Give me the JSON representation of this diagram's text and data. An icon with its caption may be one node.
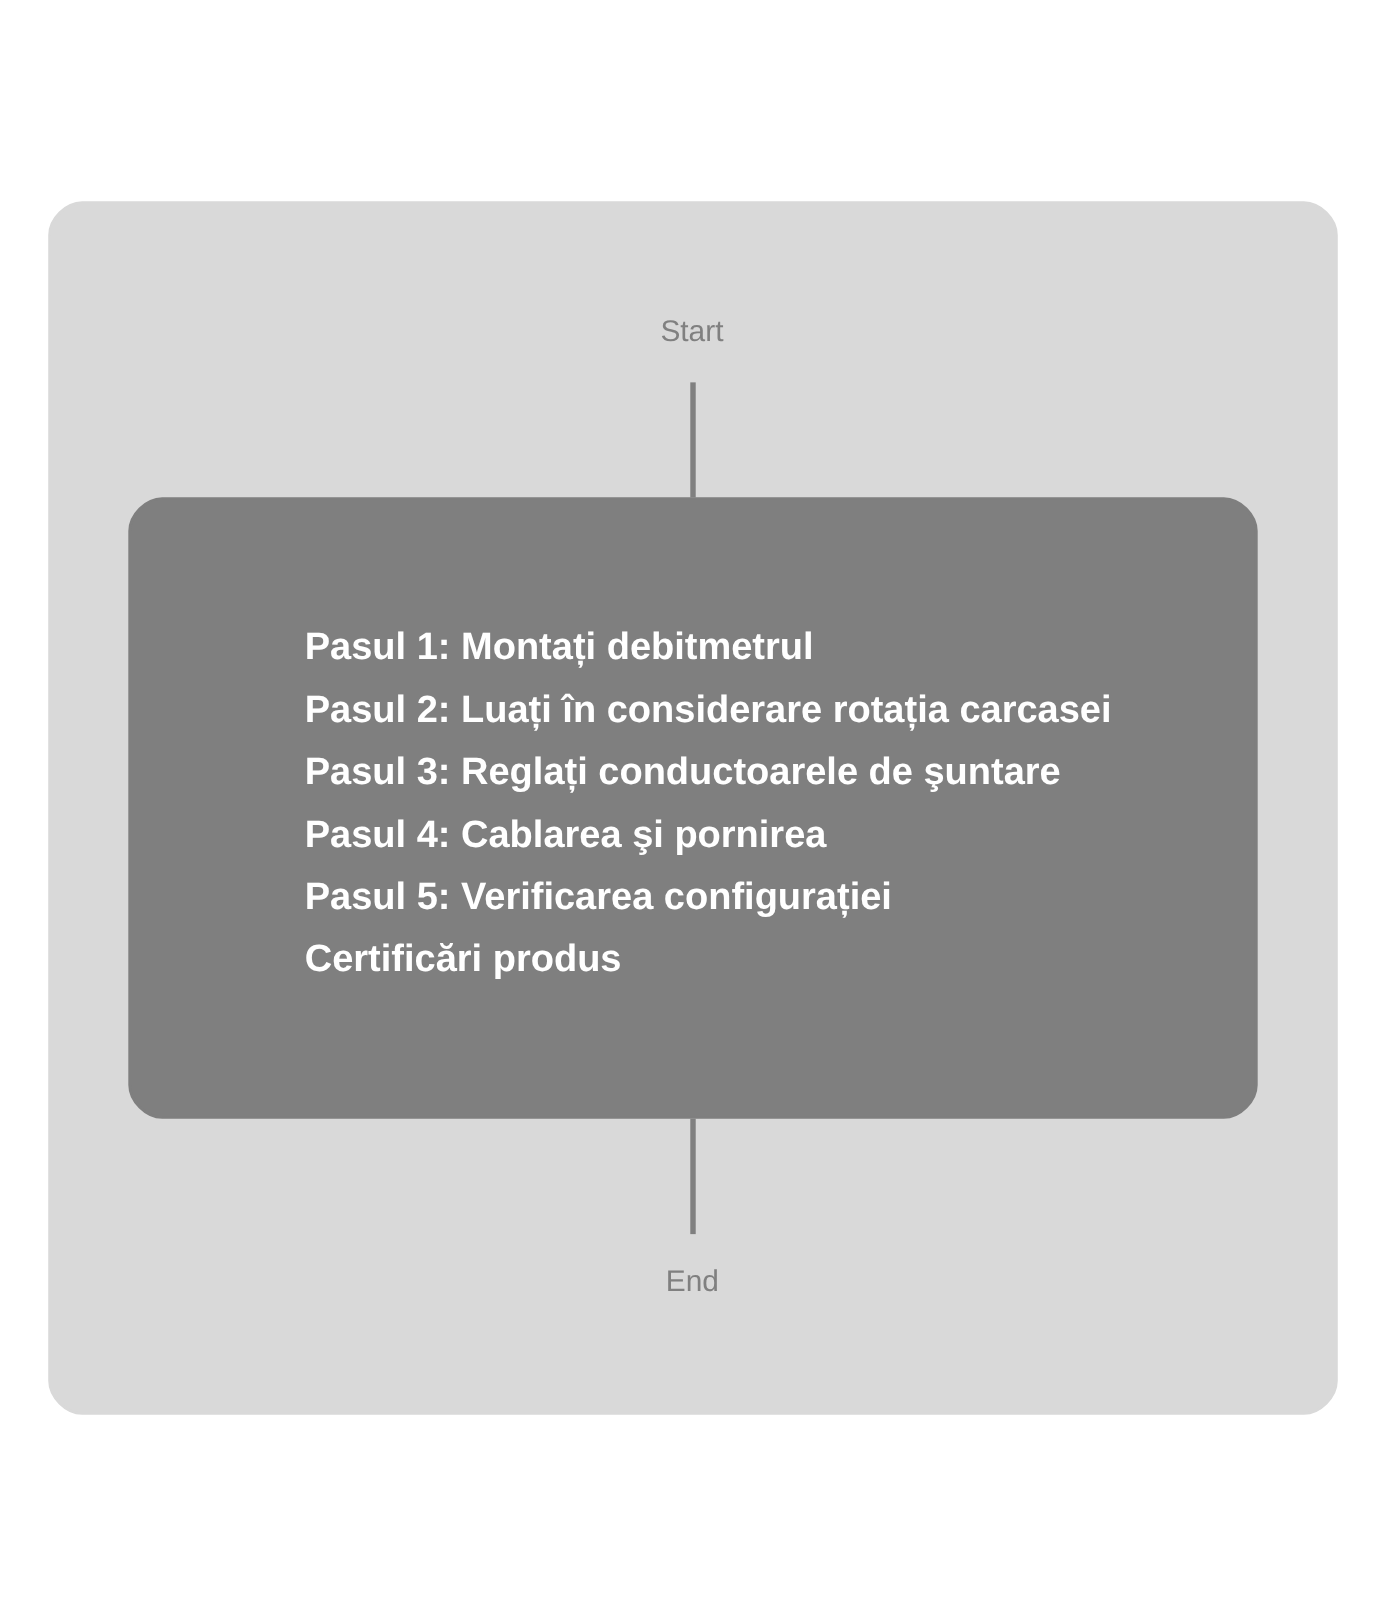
{
  "diagram": {
    "nodes": [
      {
        "text": [],
        "shape": "box"
      },
      {
        "text": [
          "Start"
        ],
        "in": 0
      },
      {
        "text": [
          "Pasul 1: Montați debitmetrul",
          "Pasul 2: Luați în considerare rotația carcasei",
          "Pasul 3: Reglați conductoarele de şuntare",
          "Pasul 4: Cablarea şi pornirea",
          "Pasul 5: Verificarea configurației",
          "Certificări produs"
        ],
        "in": 0
      },
      {
        "text": [
          "End"
        ],
        "in": 0
      }
    ],
    "edges": [
      {
        "from": 1,
        "to": 2,
        "arrow": "none"
      },
      {
        "from": 2,
        "to": 3,
        "arrow": "none"
      }
    ]
  }
}
